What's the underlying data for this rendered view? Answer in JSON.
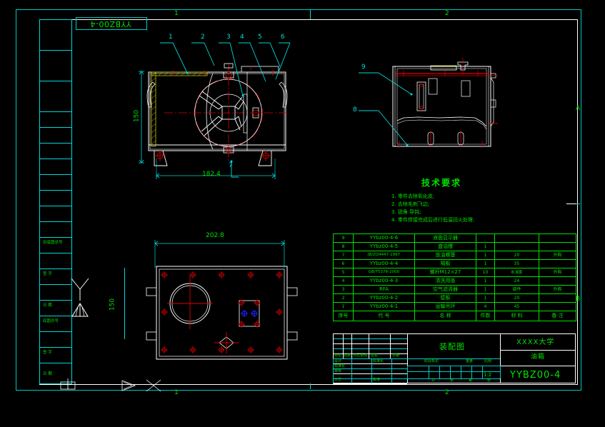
{
  "drawing": {
    "title_tag": "YYBZ00-4",
    "zone_markers_top": [
      "1",
      "2"
    ],
    "zone_markers_bottom": [
      "1",
      "2"
    ],
    "zone_markers_right": [
      "A",
      "B"
    ]
  },
  "views": {
    "front": {
      "callouts": [
        "1",
        "2",
        "3",
        "4",
        "5",
        "6",
        "7"
      ],
      "dim_height": "150",
      "dim_width": "182.4"
    },
    "side": {
      "callouts": [
        "9",
        "8"
      ]
    },
    "top": {
      "dim_width": "202.8",
      "dim_height": "150"
    }
  },
  "tech_notes": {
    "heading": "技术要求",
    "items": [
      "1. 零件去除氧化皮;",
      "2. 去除毛刺飞边;",
      "3. 锐角 导钝;",
      "4. 零件焊接完成后进行低温回火处理."
    ]
  },
  "parts_list": {
    "headers": [
      "序号",
      "代    号",
      "名    称",
      "件数",
      "材    料",
      "备    注"
    ],
    "rows": [
      {
        "no": "9",
        "code": "YYbz00-4-6",
        "name": "液面显示器",
        "qty": "",
        "material": "",
        "remark": ""
      },
      {
        "no": "8",
        "code": "YYbz00-4-5",
        "name": "盛油槽",
        "qty": "1",
        "material": "",
        "remark": ""
      },
      {
        "no": "7",
        "code": "JB/ZQ4447-1997",
        "name": "放油螺塞",
        "qty": "1",
        "material": "20",
        "remark": "外购"
      },
      {
        "no": "6",
        "code": "YYbz00-4-4",
        "name": "隔板",
        "qty": "1",
        "material": "35",
        "remark": ""
      },
      {
        "no": "5",
        "code": "GB/T5376-2000",
        "name": "螺杆M12×27",
        "qty": "10",
        "material": "8.8级",
        "remark": "外购"
      },
      {
        "no": "4",
        "code": "YYbz00-4-3",
        "name": "清洗用盖",
        "qty": "1",
        "material": "24",
        "remark": ""
      },
      {
        "no": "3",
        "code": "RFA",
        "name": "空气滤清器",
        "qty": "1",
        "material": "部件",
        "remark": "外购"
      },
      {
        "no": "2",
        "code": "YYbz00-4-2",
        "name": "壁板",
        "qty": "1",
        "material": "20",
        "remark": ""
      },
      {
        "no": "1",
        "code": "YYbz00-4-1",
        "name": "运输吊环",
        "qty": "4",
        "material": "45",
        "remark": ""
      }
    ]
  },
  "title_block": {
    "drawing_name": "装配图",
    "institution": "XXXX大学",
    "department": "油箱",
    "drawing_number": "YYBZ00-4",
    "rev_headers": [
      "标记",
      "处数",
      "分区更改",
      "签名",
      "日期"
    ],
    "row_labels": [
      "设计",
      "标准化",
      "阶段标记",
      "重量",
      "比例"
    ],
    "row_labels2": [
      "审核",
      "工艺",
      "批准"
    ],
    "scale_value": "1:2",
    "sheet_label": [
      "共",
      "张",
      "第",
      "张"
    ]
  },
  "left_margin": {
    "labels": [
      "旧底图总号",
      "签  字",
      "日  期",
      "底图总号",
      "签  字",
      "日  期"
    ]
  }
}
